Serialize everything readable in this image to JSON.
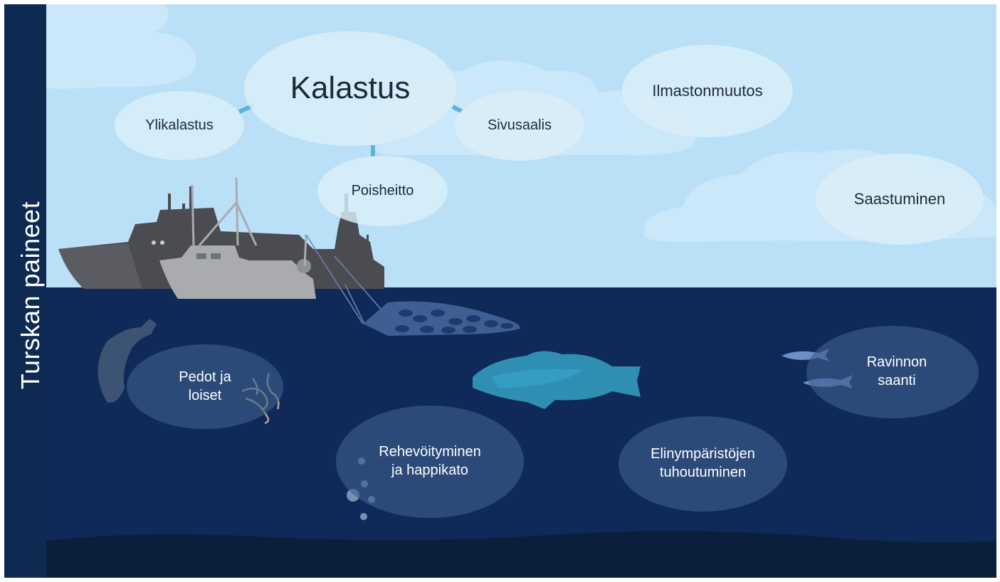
{
  "sidebar": {
    "title": "Turskan paineet"
  },
  "above_water": {
    "hub": "Kalastus",
    "hub_children": [
      "Ylikalastus",
      "Sivusaalis",
      "Poisheitto"
    ],
    "other": [
      "Ilmastonmuutos",
      "Saastuminen"
    ]
  },
  "below_water": {
    "predators": "Pedot ja\nloiset",
    "eutrophication": "Rehevöityminen\nja happikato",
    "habitats": "Elinympäristöjen\ntuhoutuminen",
    "food": "Ravinnon\nsaanti"
  },
  "colors": {
    "sky": "#b9e0f7",
    "sea": "#0f2a58",
    "seabed": "#0b1f3d",
    "sidebar": "#0e2a52",
    "cod": "#2f8fb3",
    "connector": "#5cb3d6"
  },
  "illustrations": [
    "trawler-ship",
    "fishing-boat",
    "trawl-net",
    "cod-fish",
    "seal",
    "parasite-worms",
    "herring-fish",
    "oxygen-bubbles"
  ]
}
